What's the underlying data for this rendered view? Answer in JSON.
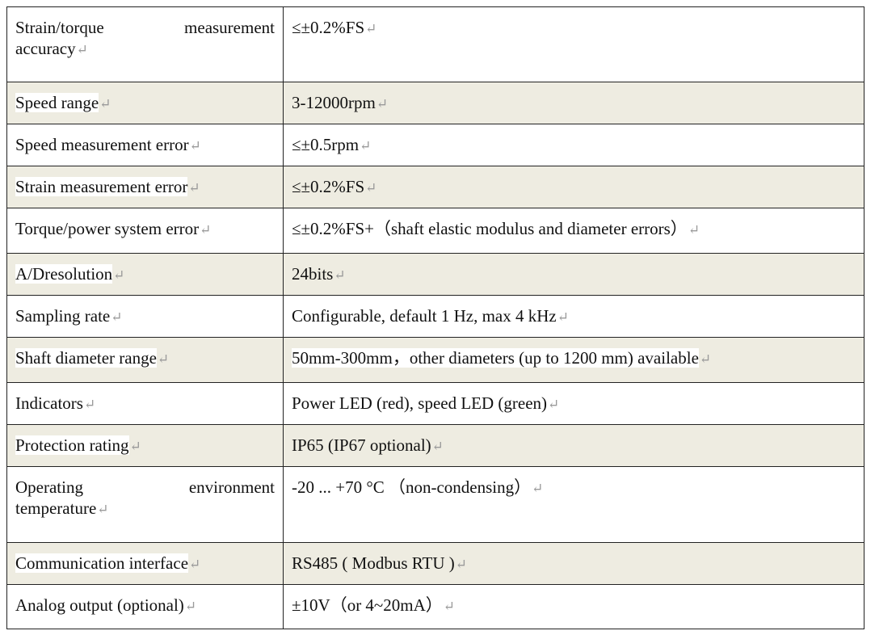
{
  "return_mark": "↵",
  "rows": [
    {
      "label_line1": "Strain/torque measurement",
      "label_line2": "accuracy",
      "value": "≤±0.2%FS"
    },
    {
      "label": "Speed range",
      "value": "3-12000rpm"
    },
    {
      "label": "Speed measurement error",
      "value": "≤±0.5rpm"
    },
    {
      "label": "Strain measurement error",
      "value": "≤±0.2%FS"
    },
    {
      "label": "Torque/power system error",
      "value": "≤±0.2%FS+（shaft elastic modulus and diameter errors）"
    },
    {
      "label": "A/Dresolution",
      "value": "24bits"
    },
    {
      "label": "Sampling rate",
      "value": "Configurable, default 1 Hz, max 4 kHz"
    },
    {
      "label": "Shaft diameter range",
      "value": "50mm-300mm，other diameters (up to 1200 mm) available"
    },
    {
      "label": "Indicators",
      "value": "Power LED (red), speed LED (green)"
    },
    {
      "label": "Protection rating",
      "value": "IP65 (IP67 optional)"
    },
    {
      "label_line1": "Operating environment",
      "label_line2": "temperature",
      "value": "-20 ... +70 °C （non-condensing）"
    },
    {
      "label": "Communication interface",
      "value": "RS485 ( Modbus RTU )"
    },
    {
      "label": "Analog output (optional)",
      "value": "±10V（or 4~20mA）"
    }
  ]
}
